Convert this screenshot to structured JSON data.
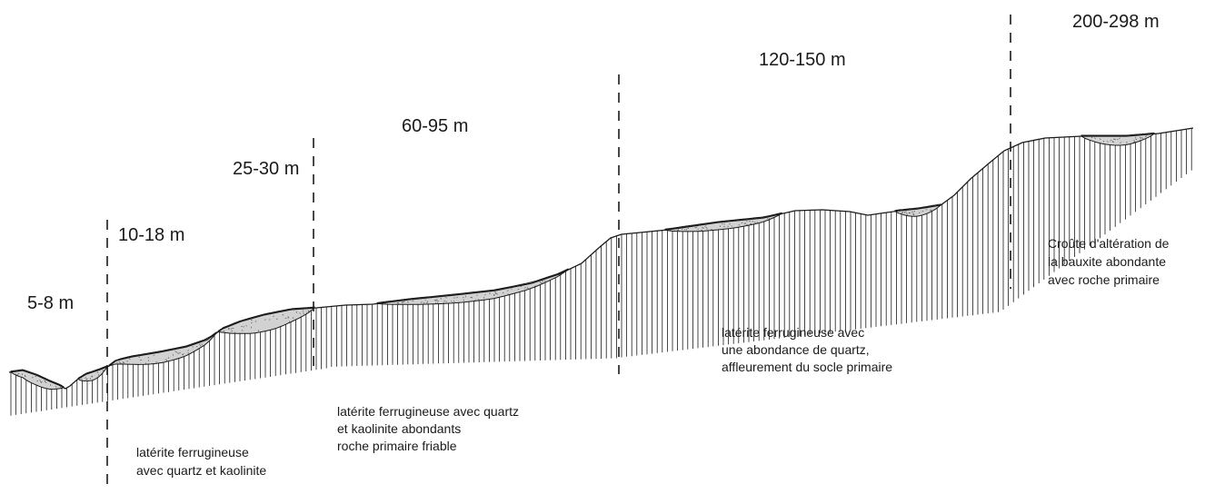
{
  "diagram": {
    "altitude_labels": [
      {
        "id": "z1",
        "text": "5-8 m"
      },
      {
        "id": "z2",
        "text": "10-18 m"
      },
      {
        "id": "z3",
        "text": "25-30 m"
      },
      {
        "id": "z4",
        "text": "60-95 m"
      },
      {
        "id": "z5",
        "text": "120-150 m"
      },
      {
        "id": "z6",
        "text": "200-298 m"
      }
    ],
    "descriptions": [
      {
        "id": "d1",
        "lines": [
          "latérite ferrugineuse",
          "avec quartz et kaolinite"
        ]
      },
      {
        "id": "d2",
        "lines": [
          "latérite ferrugineuse avec quartz",
          "et kaolinite abondants",
          "roche primaire friable"
        ]
      },
      {
        "id": "d3",
        "lines": [
          "latérite ferrugineuse avec",
          "une abondance de quartz,",
          "affleurement  du socle primaire"
        ]
      },
      {
        "id": "d4",
        "lines": [
          "Croûte d'altération de",
          "la bauxite abondante",
          "avec roche primaire"
        ]
      }
    ],
    "colors": {
      "line": "#1a1a1a",
      "crust_fill": "#d2d2d2",
      "background": "#ffffff"
    }
  }
}
